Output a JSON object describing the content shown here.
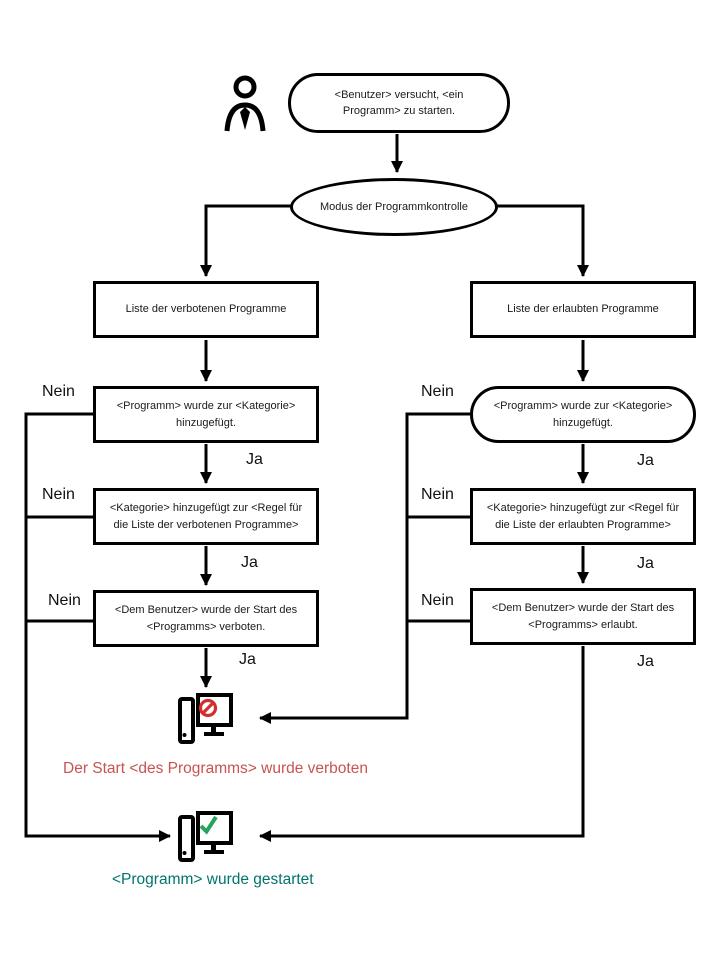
{
  "nodes": {
    "start": "<Benutzer> versucht, <ein Programm> zu starten.",
    "mode": "Modus der Programmkontrolle",
    "denylist": {
      "list": "Liste der verbotenen Programme",
      "category": "<Programm> wurde zur <Kategorie> hinzugefügt.",
      "rule": "<Kategorie> hinzugefügt zur <Regel für die Liste der verbotenen Programme>",
      "verdict": "<Dem Benutzer> wurde der Start des <Programms> verboten."
    },
    "allowlist": {
      "list": "Liste der erlaubten Programme",
      "category": "<Programm> wurde zur <Kategorie> hinzugefügt.",
      "rule": "<Kategorie> hinzugefügt zur <Regel für die Liste der erlaubten Programme>",
      "verdict": "<Dem Benutzer> wurde der Start des <Programms> erlaubt."
    }
  },
  "branch_labels": {
    "no": "Nein",
    "yes": "Ja"
  },
  "outcomes": {
    "blocked": "Der Start <des Programms> wurde verboten",
    "started": "<Programm> wurde gestartet"
  },
  "colors": {
    "line": "#000000",
    "prohibit_sign": "#d32e2e",
    "check_sign": "#27a35e",
    "blocked_text": "#c75450",
    "started_text": "#00756b"
  },
  "icons": {
    "user": "user-icon",
    "blocked_computer": "computer-blocked-icon",
    "started_computer": "computer-ok-icon"
  }
}
